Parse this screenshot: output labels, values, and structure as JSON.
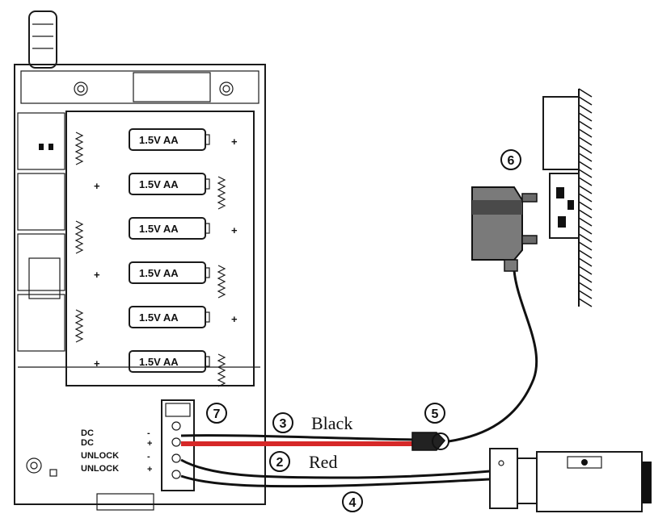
{
  "battery_label": "1.5V  AA",
  "battery_count": 6,
  "terminal_labels": [
    "DC",
    "DC",
    "UNLOCK",
    "UNLOCK"
  ],
  "terminal_signs": [
    "-",
    "+",
    "-",
    "+"
  ],
  "wire_labels": {
    "black": "Black",
    "red": "Red"
  },
  "callouts": [
    "2",
    "3",
    "4",
    "5",
    "6",
    "7"
  ],
  "colors": {
    "red_wire": "#d62828",
    "black_wire": "#111111",
    "adapter_body": "#7a7a7a",
    "adapter_band": "#4a4a4a"
  }
}
